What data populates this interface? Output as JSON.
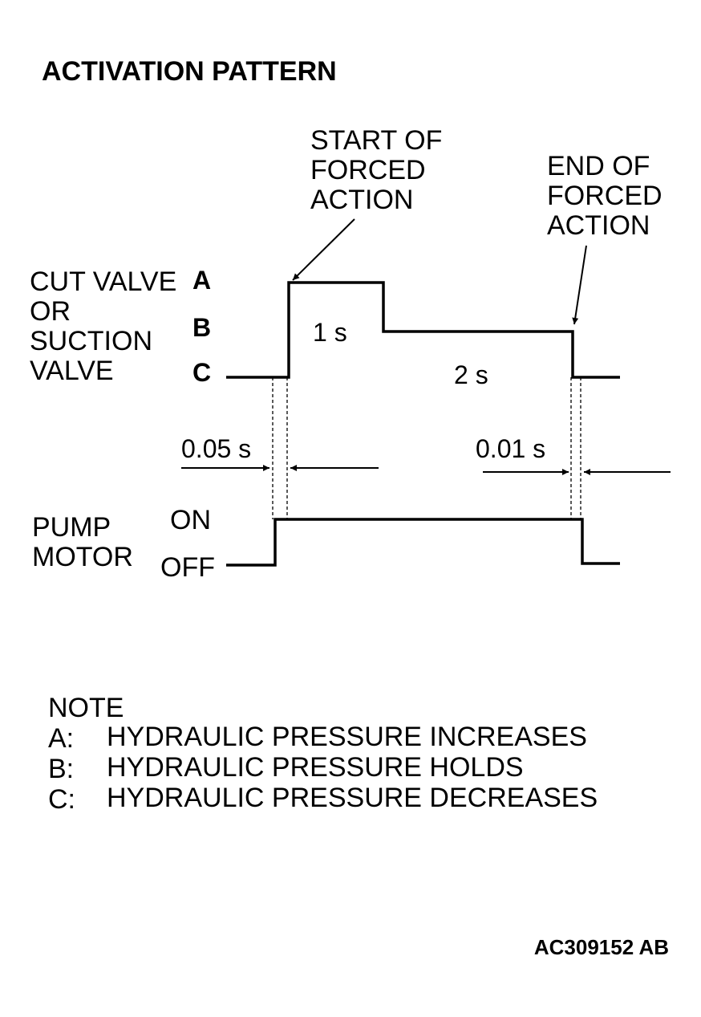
{
  "title": "ACTIVATION PATTERN",
  "callouts": {
    "start": "START OF\nFORCED\nACTION",
    "end": "END OF\nFORCED\nACTION"
  },
  "valve": {
    "label": "CUT VALVE\nOR\nSUCTION\nVALVE",
    "levels": [
      "A",
      "B",
      "C"
    ]
  },
  "durations": {
    "level_a": "1 s",
    "level_b": "2 s",
    "pump_lead": "0.05 s",
    "pump_lag": "0.01 s"
  },
  "pump": {
    "label": "PUMP\nMOTOR",
    "on": "ON",
    "off": "OFF"
  },
  "note": {
    "heading": "NOTE",
    "items": [
      {
        "key": "A:",
        "text": "HYDRAULIC PRESSURE INCREASES"
      },
      {
        "key": "B:",
        "text": "HYDRAULIC PRESSURE HOLDS"
      },
      {
        "key": "C:",
        "text": "HYDRAULIC PRESSURE DECREASES"
      }
    ]
  },
  "figure_code": "AC309152 AB"
}
